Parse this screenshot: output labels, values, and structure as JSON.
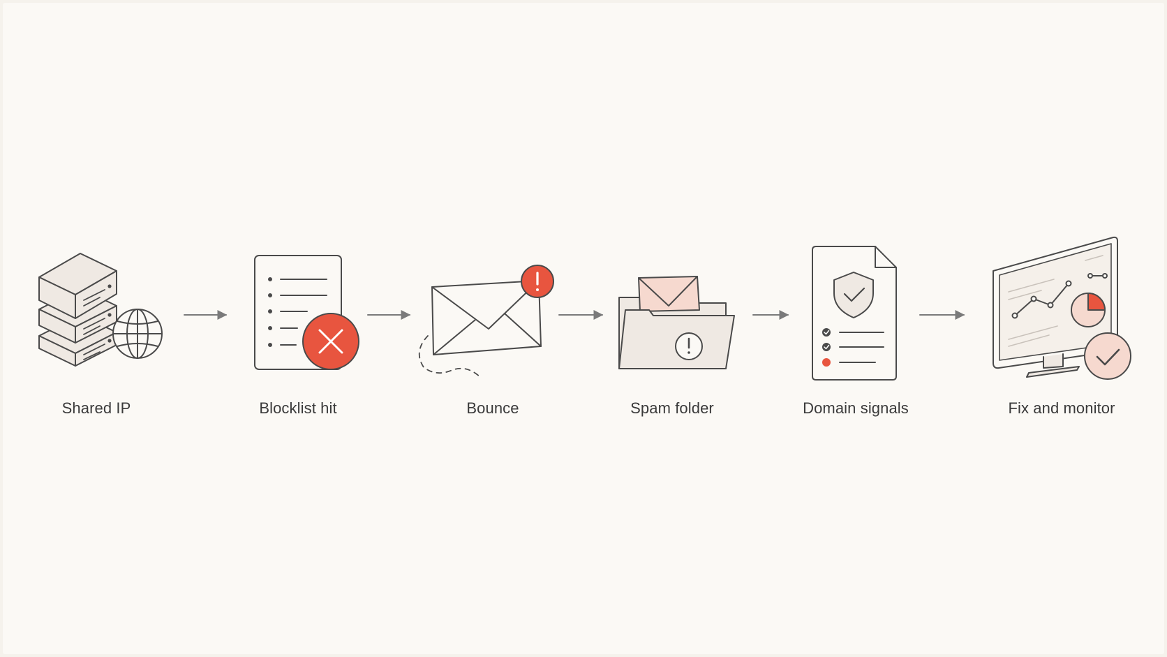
{
  "palette": {
    "background": "#fbf9f5",
    "stroke": "#4a4a4a",
    "fill_light": "#efe9e3",
    "accent": "#e8553f",
    "accent_light": "#f6d9cf",
    "arrow": "#7a7a7a"
  },
  "steps": [
    {
      "label": "Shared IP",
      "icon": "server-globe-icon"
    },
    {
      "label": "Blocklist hit",
      "icon": "blocklist-icon"
    },
    {
      "label": "Bounce",
      "icon": "bounce-envelope-icon"
    },
    {
      "label": "Spam folder",
      "icon": "spam-folder-icon"
    },
    {
      "label": "Domain signals",
      "icon": "domain-signals-icon"
    },
    {
      "label": "Fix and monitor",
      "icon": "monitor-check-icon"
    }
  ]
}
